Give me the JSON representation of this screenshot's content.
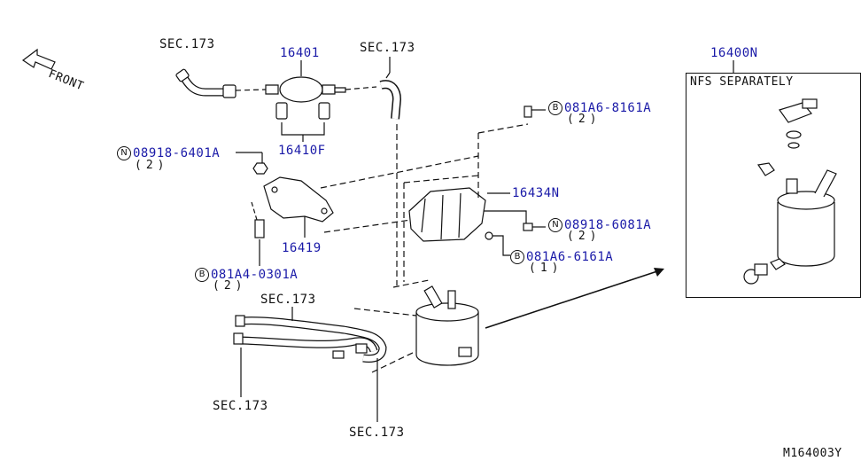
{
  "labels": {
    "front": "FRONT",
    "sec_top_left": "SEC.173",
    "part_16401": "16401",
    "sec_top_mid": "SEC.173",
    "part_16400n": "16400N",
    "nfs_note": "NFS SEPARATELY",
    "bolt_b1": "081A6-8161A",
    "bolt_b1_qty": "(2)",
    "part_16410f": "16410F",
    "nut_n1": "08918-6401A",
    "nut_n1_qty": "(2)",
    "part_16434n": "16434N",
    "nut_n2": "08918-6081A",
    "nut_n2_qty": "(2)",
    "part_16419": "16419",
    "bolt_b2": "081A6-6161A",
    "bolt_b2_qty": "(1)",
    "bolt_b3": "081A4-0301A",
    "bolt_b3_qty": "(2)",
    "sec_mid": "SEC.173",
    "sec_bottom_left": "SEC.173",
    "sec_bottom_mid": "SEC.173",
    "figure_id": "M164003Y"
  },
  "symbols": {
    "bolt_letter": "B",
    "nut_letter": "N"
  },
  "colors": {
    "part_number": "#1a1aa8",
    "line_art": "#111111"
  }
}
